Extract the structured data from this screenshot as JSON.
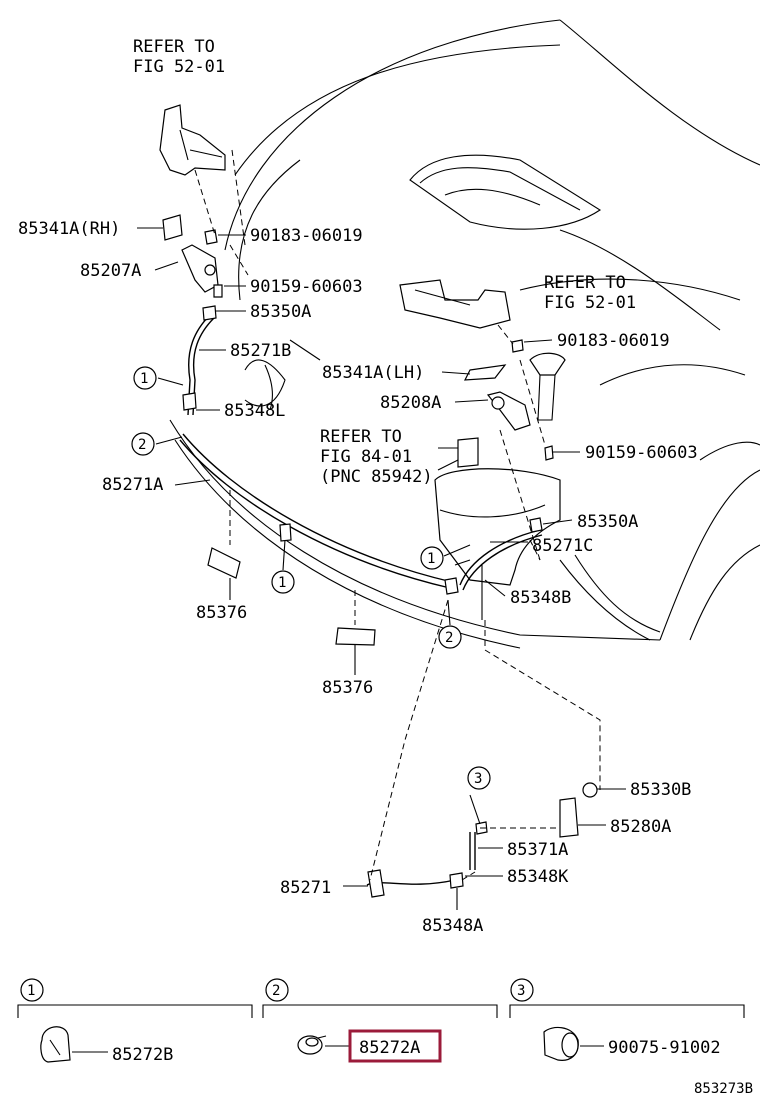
{
  "diagram": {
    "refs": {
      "fig52_top": [
        "REFER TO",
        "FIG 52-01"
      ],
      "fig52_right": [
        "REFER TO",
        "FIG 52-01"
      ],
      "fig84": [
        "REFER TO",
        "FIG 84-01",
        "(PNC 85942)"
      ]
    },
    "labels": {
      "p85341a_rh": "85341A(RH)",
      "p90183_a": "90183-06019",
      "p85207a": "85207A",
      "p90159_a": "90159-60603",
      "p85350a_a": "85350A",
      "p85271b": "85271B",
      "p85341a_lh": "85341A(LH)",
      "p90183_b": "90183-06019",
      "p85348l": "85348L",
      "p85208a": "85208A",
      "p90159_b": "90159-60603",
      "p85271a": "85271A",
      "p85350a_b": "85350A",
      "p85271c": "85271C",
      "p85376_a": "85376",
      "p85348b": "85348B",
      "p85376_b": "85376",
      "p85330b": "85330B",
      "p85280a": "85280A",
      "p85371a": "85371A",
      "p85271": "85271",
      "p85348k": "85348K",
      "p85348a": "85348A"
    },
    "callouts": [
      "1",
      "2",
      "1",
      "2",
      "1",
      "3"
    ],
    "legend": [
      {
        "num": "1",
        "part": "85272B"
      },
      {
        "num": "2",
        "part": "85272A",
        "highlight": true
      },
      {
        "num": "3",
        "part": "90075-91002"
      }
    ],
    "highlight_color": "#9b1b3a",
    "figure_id": "853273B"
  }
}
